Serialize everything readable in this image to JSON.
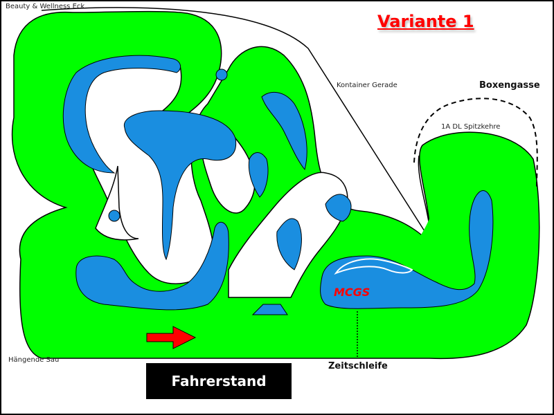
{
  "map": {
    "title": "Variante 1",
    "labels": {
      "beauty_wellness": "Beauty & Wellness Eck",
      "kontainer_gerade": "Kontainer Gerade",
      "boxengasse": "Boxengasse",
      "spitzkehre": "1A DL Spitzkehre",
      "haengende_sau": "Hängende Sau",
      "zeitschleife": "Zeitschleife",
      "fahrerstand": "Fahrerstand"
    },
    "logo_text": "MCGS",
    "colors": {
      "track": "#00ff00",
      "water": "#1a8ee0",
      "outline": "#000000",
      "arrow": "#ff0000",
      "title": "#ff0000"
    }
  }
}
